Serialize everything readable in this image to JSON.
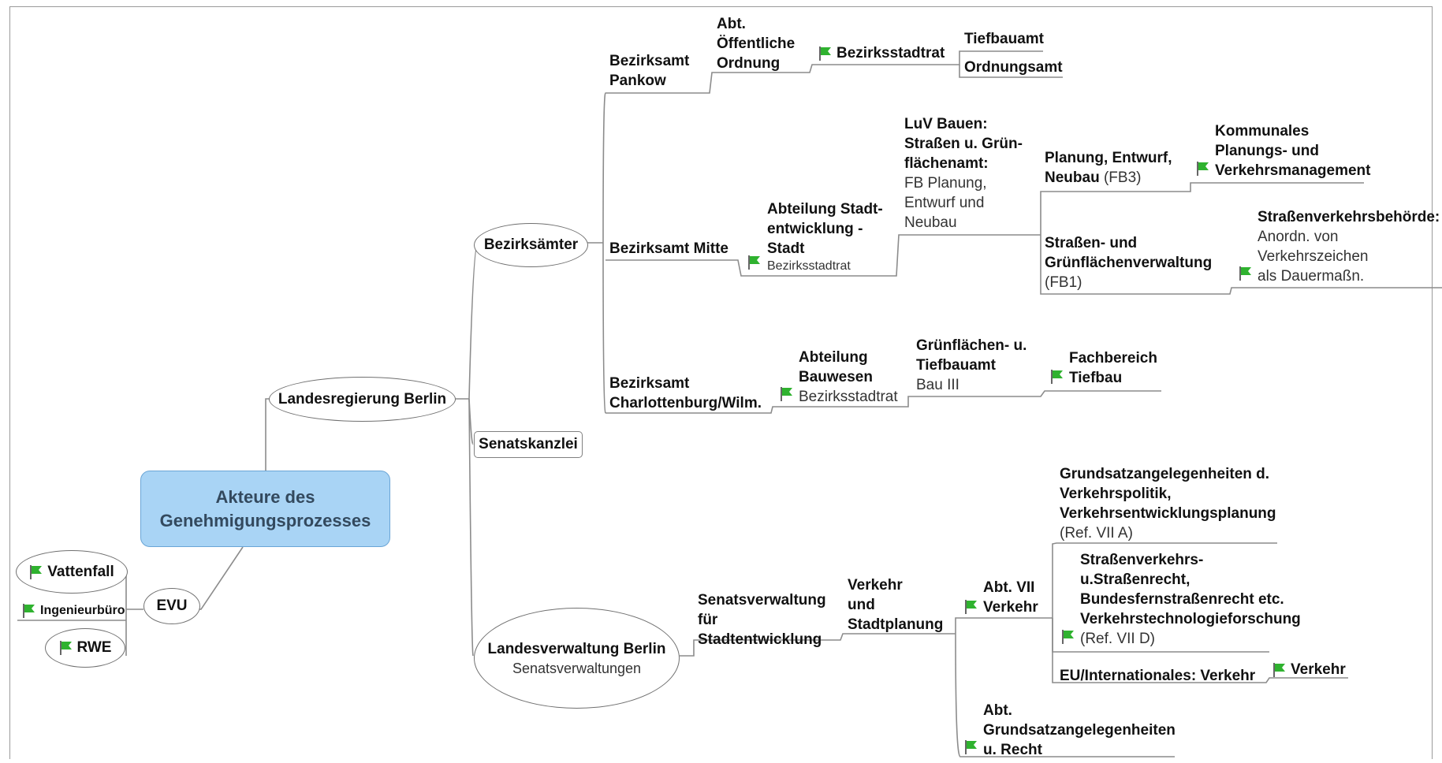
{
  "root": {
    "line1": "Akteure des",
    "line2": "Genehmigungsprozesses"
  },
  "nodes": {
    "landesregierung": "Landesregierung Berlin",
    "bezirksaemter": "Bezirksämter",
    "senatskanzlei": "Senatskanzlei",
    "landesverwaltung": {
      "title": "Landesverwaltung Berlin",
      "sub": "Senatsverwaltungen"
    },
    "evu": "EVU",
    "vattenfall": "Vattenfall",
    "ingenieurbuero": "Ingenieurbüro",
    "rwe": "RWE",
    "pankow": [
      "Bezirksamt",
      "Pankow"
    ],
    "abt_ordnung": [
      "Abt.",
      "Öffentliche",
      "Ordnung"
    ],
    "bezirksstadtrat_pankow": "Bezirksstadtrat",
    "tiefbauamt": "Tiefbauamt",
    "ordnungsamt": "Ordnungsamt",
    "mitte": "Bezirksamt Mitte",
    "abt_stadtentwicklung": [
      "Abteilung Stadt-",
      "entwicklung -",
      "Stadt"
    ],
    "abt_stadtentwicklung_sub": "Bezirksstadtrat",
    "luv_bauen": [
      "LuV Bauen:",
      "Straßen u. Grün-",
      "flächenamt:"
    ],
    "luv_bauen_sub": [
      "FB Planung,",
      "Entwurf und",
      "Neubau"
    ],
    "planung_fb3": [
      "Planung, Entwurf,",
      "Neubau"
    ],
    "planung_fb3_sub": "(FB3)",
    "kommunales": [
      "Kommunales",
      "Planungs- und",
      "Verkehrsmanagement"
    ],
    "strassen_fb1": [
      "Straßen- und",
      "Grünflächenverwaltung"
    ],
    "strassen_fb1_sub": "(FB1)",
    "svb": "Straßenverkehrsbehörde:",
    "svb_sub": [
      "Anordn. von",
      "Verkehrszeichen",
      "als Dauermaßn."
    ],
    "charlottenburg": [
      "Bezirksamt",
      "Charlottenburg/Wilm."
    ],
    "abt_bauwesen": [
      "Abteilung",
      "Bauwesen"
    ],
    "abt_bauwesen_sub": "Bezirksstadtrat",
    "gruenflaechen_tiefbau": [
      "Grünflächen- u.",
      "Tiefbauamt"
    ],
    "gruenflaechen_tiefbau_sub": "Bau III",
    "fachbereich_tiefbau": [
      "Fachbereich",
      "Tiefbau"
    ],
    "senatsverwaltung": [
      "Senatsverwaltung",
      "für",
      "Stadtentwicklung"
    ],
    "verkehr_stadtplanung": [
      "Verkehr",
      "und",
      "Stadtplanung"
    ],
    "abt_vii": [
      "Abt. VII",
      "Verkehr"
    ],
    "grundsatz_verkehrspolitik": [
      "Grundsatzangelegenheiten d.",
      "Verkehrspolitik,",
      "Verkehrsentwicklungsplanung"
    ],
    "grundsatz_verkehrspolitik_sub": "(Ref. VII A)",
    "strassenverkehrsrecht": [
      "Straßenverkehrs-",
      "u.Straßenrecht,",
      "Bundesfernstraßenrecht etc.",
      "Verkehrstechnologieforschung"
    ],
    "strassenverkehrsrecht_sub": "(Ref. VII D)",
    "eu_internationales": "EU/Internationales: Verkehr",
    "verkehr": "Verkehr",
    "abt_grundsatz_recht": [
      "Abt.",
      "Grundsatzangelegenheiten",
      "u. Recht"
    ]
  },
  "colors": {
    "root_fill": "#a9d4f5",
    "root_border": "#6aa5d6",
    "root_text": "#33495e",
    "connector": "#8c8c8c",
    "flag": "#2fb22f"
  }
}
